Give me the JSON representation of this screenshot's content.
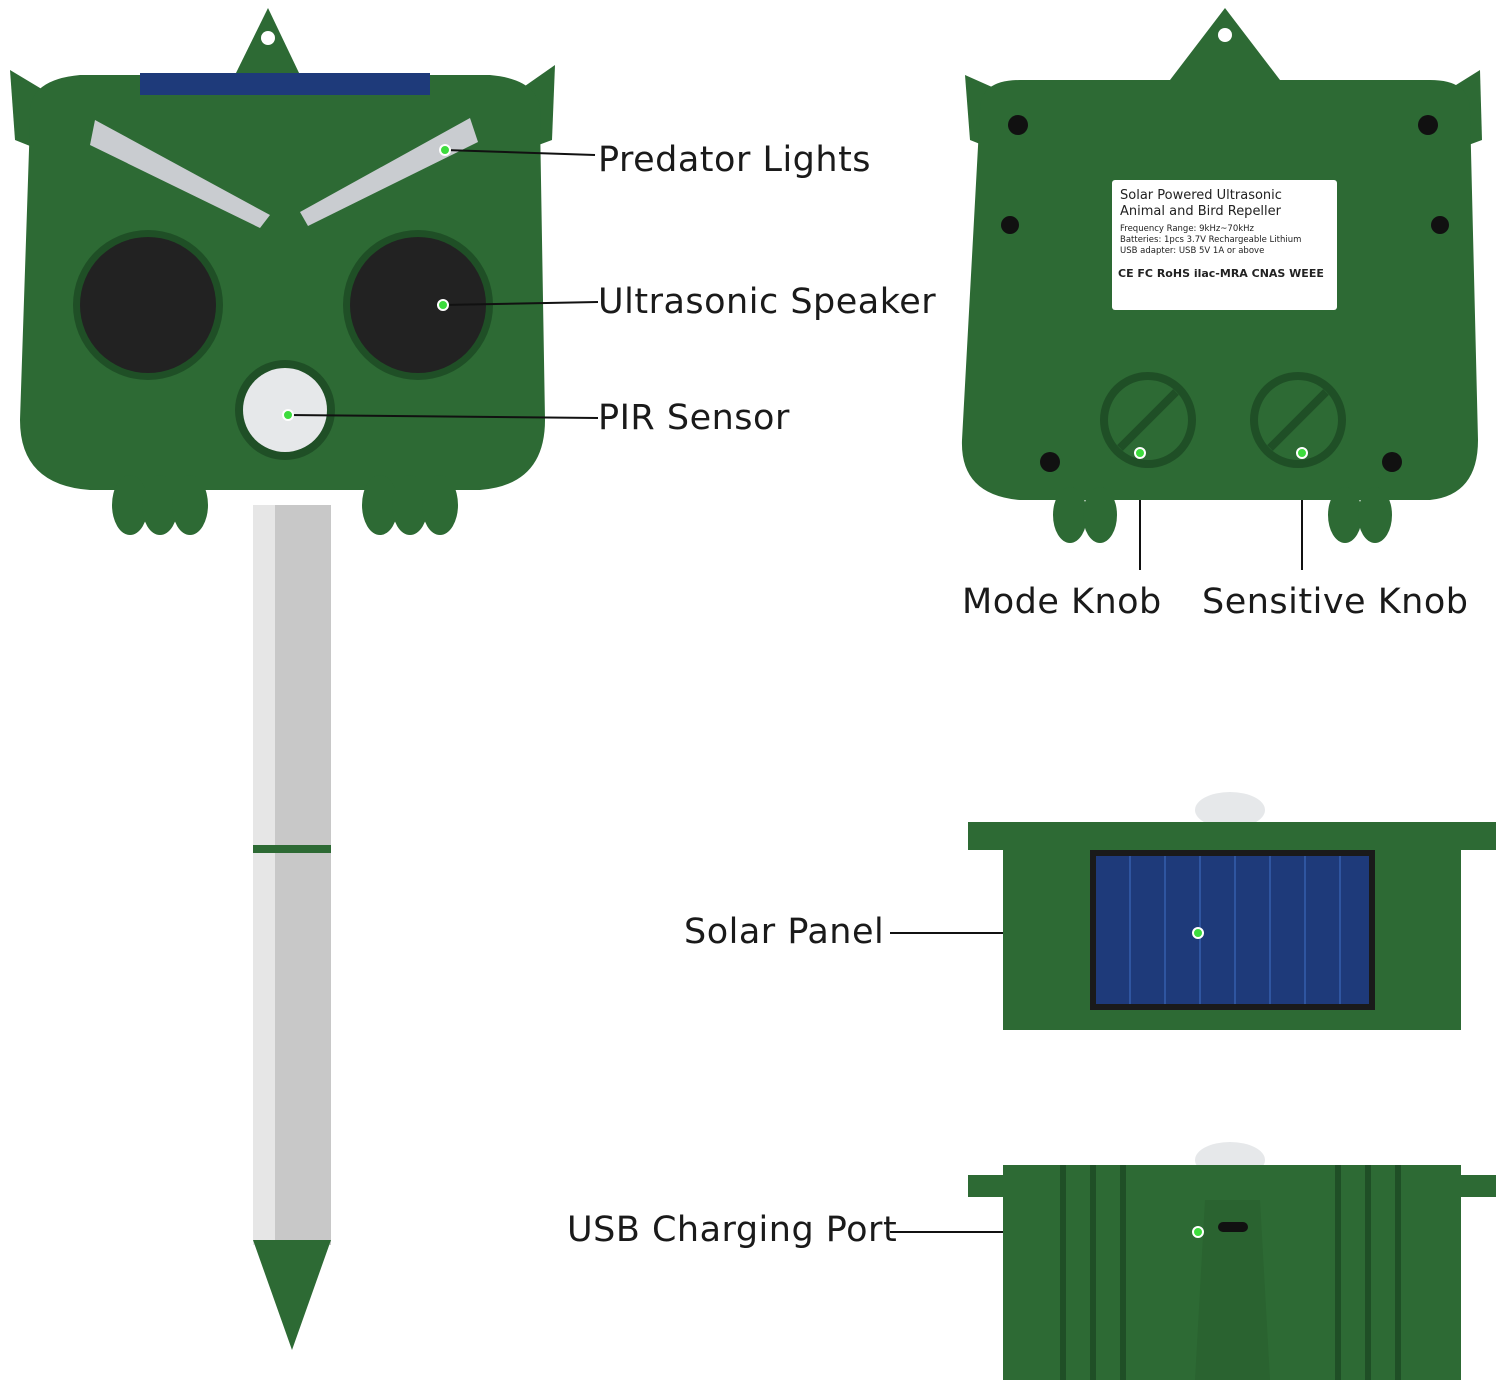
{
  "callouts": {
    "predator_lights": "Predator Lights",
    "ultrasonic_speaker": "Ultrasonic Speaker",
    "pir_sensor": "PIR Sensor",
    "mode_knob": "Mode Knob",
    "sensitive_knob": "Sensitive Knob",
    "solar_panel": "Solar Panel",
    "usb_charging_port": "USB Charging Port"
  },
  "sticker": {
    "title_line1": "Solar Powered Ultrasonic",
    "title_line2": "Animal and Bird Repeller",
    "spec1": "Frequency Range:  9kHz~70kHz",
    "spec2": "Batteries:  1pcs 3.7V Rechargeable Lithium",
    "spec3": "USB adapter:  USB 5V 1A or above",
    "certifications": "CE FC RoHS ilac-MRA CNAS WEEE"
  },
  "colors": {
    "body_green": "#2d6a34",
    "dark_green": "#1f4f26",
    "solar_blue": "#1e3a7a",
    "pole_silver": "#c8c8c8",
    "marker_green": "#3ddc3d"
  }
}
